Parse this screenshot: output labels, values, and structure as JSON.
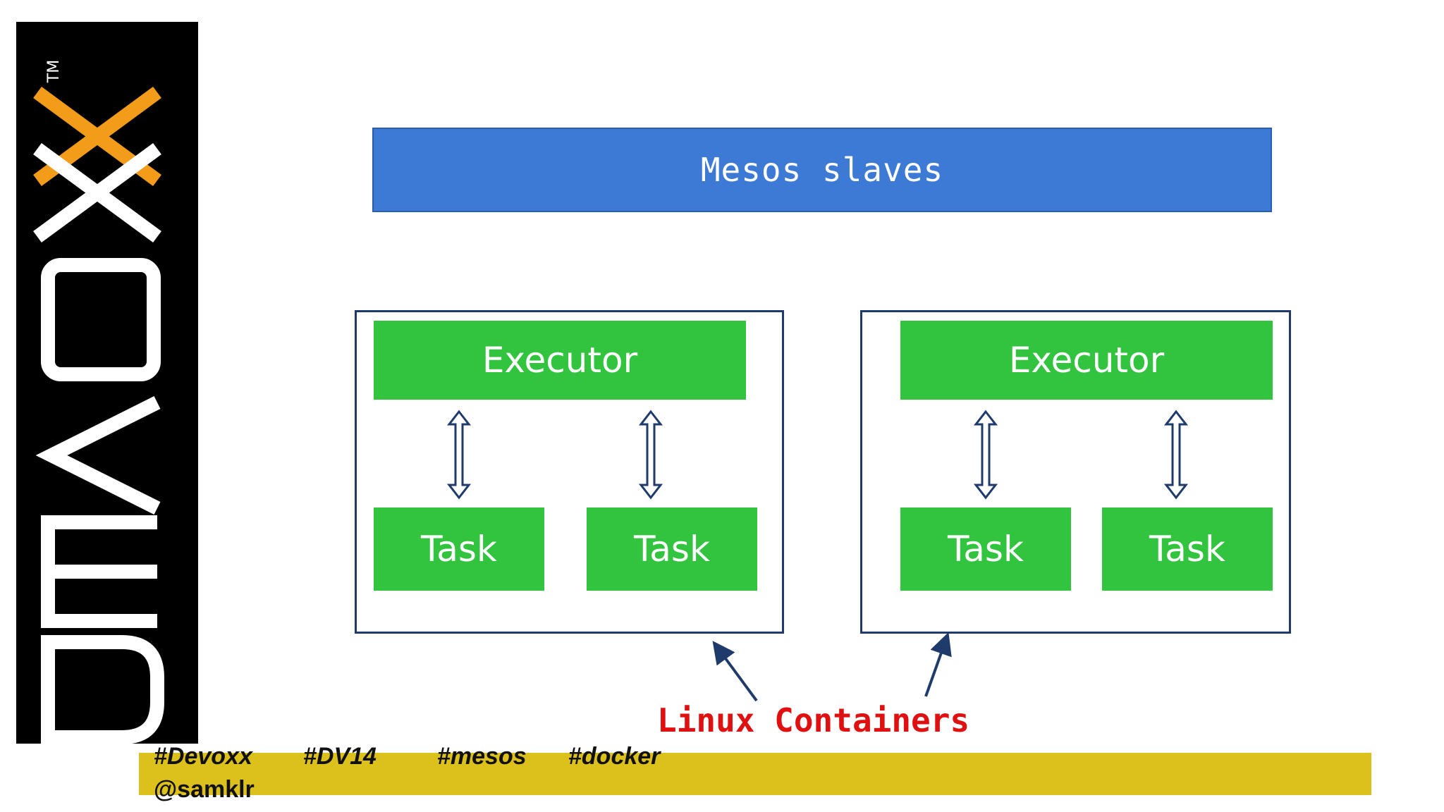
{
  "logo": {
    "text": "DEVOXX",
    "trademark": "TM",
    "background": "#000000",
    "accent": "#f39c1a"
  },
  "diagram": {
    "top_bar": "Mesos slaves",
    "containers": [
      {
        "executor": "Executor",
        "tasks": [
          "Task",
          "Task"
        ]
      },
      {
        "executor": "Executor",
        "tasks": [
          "Task",
          "Task"
        ]
      }
    ],
    "annotation": "Linux Containers"
  },
  "footer": {
    "tags": [
      "#Devoxx",
      "#DV14",
      "#mesos",
      "#docker"
    ],
    "handle": "@samklr"
  },
  "colors": {
    "top_bar": "#3d7ad6",
    "box_fill": "#33c43f",
    "box_border": "#1f3b6b",
    "annotation": "#e01010",
    "footer_bar": "#dcc01c"
  }
}
